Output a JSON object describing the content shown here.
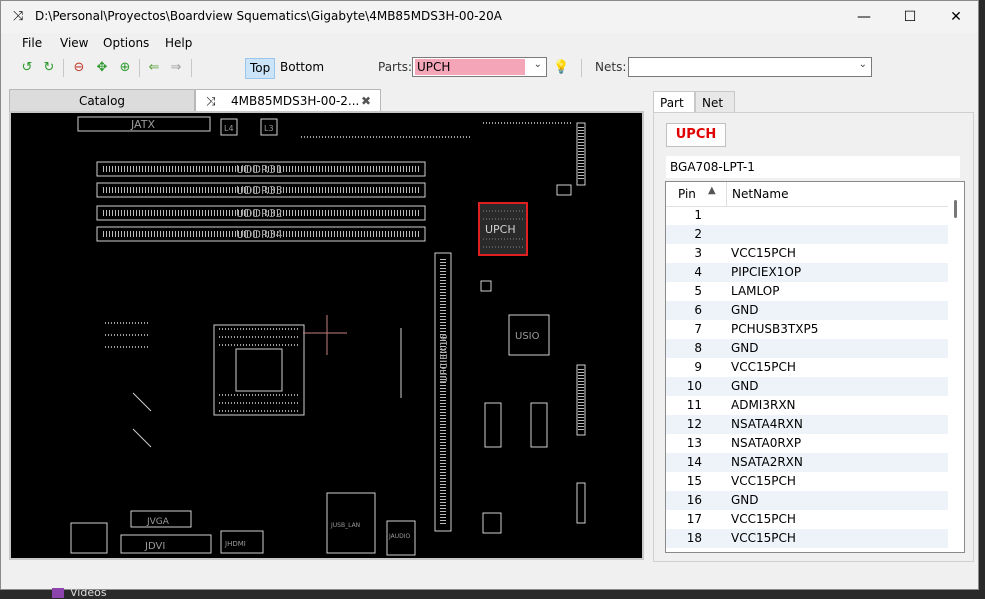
{
  "window": {
    "title": "D:\\Personal\\Proyectos\\Boardview Squematics\\Gigabyte\\4MB85MDS3H-00-20A",
    "minimize_icon": "minimize-icon",
    "maximize_icon": "maximize-icon",
    "close_icon": "close-icon"
  },
  "menu": [
    "File",
    "View",
    "Options",
    "Help"
  ],
  "toolbar": {
    "icons": [
      "rotate-left-icon",
      "rotate-right-icon",
      "zoom-out-icon",
      "zoom-fit-icon",
      "zoom-in-icon",
      "arrow-left-icon",
      "arrow-right-icon"
    ],
    "top_label": "Top",
    "bottom_label": "Bottom",
    "parts_label": "Parts:",
    "parts_value": "UPCH",
    "parts_highlight_color": "#f4a6b8",
    "hint_icon": "lightbulb-icon",
    "nets_label": "Nets:",
    "nets_value": ""
  },
  "tabs": {
    "catalog": "Catalog",
    "document": "4MB85MDS3H-00-2...",
    "document_close_icon": "close-tab-icon"
  },
  "board": {
    "labels": {
      "jatx": "JATX",
      "l4": "L4",
      "l3": "L3",
      "ddr1": "UDDR31",
      "ddr3": "UDDR33",
      "ddr2": "UDDR32",
      "ddr4": "UDDR34",
      "upch": "UPCH",
      "usio": "USIO",
      "pcie": "UPCIEX16",
      "jvga": "JVGA",
      "jdvi": "JDVI",
      "jhdmi": "JHDMI",
      "jusb": "JUSB_LAN",
      "jaudio": "JAUDIO"
    },
    "highlight_color": "#e02020"
  },
  "right_panel": {
    "tab_part": "Part",
    "tab_net": "Net",
    "part_name": "UPCH",
    "package": "BGA708-LPT-1",
    "col_pin": "Pin",
    "col_net": "NetName",
    "sort_icon": "sort-ascending-icon",
    "rows": [
      {
        "pin": "1",
        "net": ""
      },
      {
        "pin": "2",
        "net": ""
      },
      {
        "pin": "3",
        "net": "VCC15PCH"
      },
      {
        "pin": "4",
        "net": "PIPCIEX1OP"
      },
      {
        "pin": "5",
        "net": "LAMLOP"
      },
      {
        "pin": "6",
        "net": "GND"
      },
      {
        "pin": "7",
        "net": "PCHUSB3TXP5"
      },
      {
        "pin": "8",
        "net": "GND"
      },
      {
        "pin": "9",
        "net": "VCC15PCH"
      },
      {
        "pin": "10",
        "net": "GND"
      },
      {
        "pin": "11",
        "net": "ADMI3RXN"
      },
      {
        "pin": "12",
        "net": "NSATA4RXN"
      },
      {
        "pin": "13",
        "net": "NSATA0RXP"
      },
      {
        "pin": "14",
        "net": "NSATA2RXN"
      },
      {
        "pin": "15",
        "net": "VCC15PCH"
      },
      {
        "pin": "16",
        "net": "GND"
      },
      {
        "pin": "17",
        "net": "VCC15PCH"
      },
      {
        "pin": "18",
        "net": "VCC15PCH"
      }
    ]
  },
  "background": {
    "videos_label": "Videos"
  }
}
